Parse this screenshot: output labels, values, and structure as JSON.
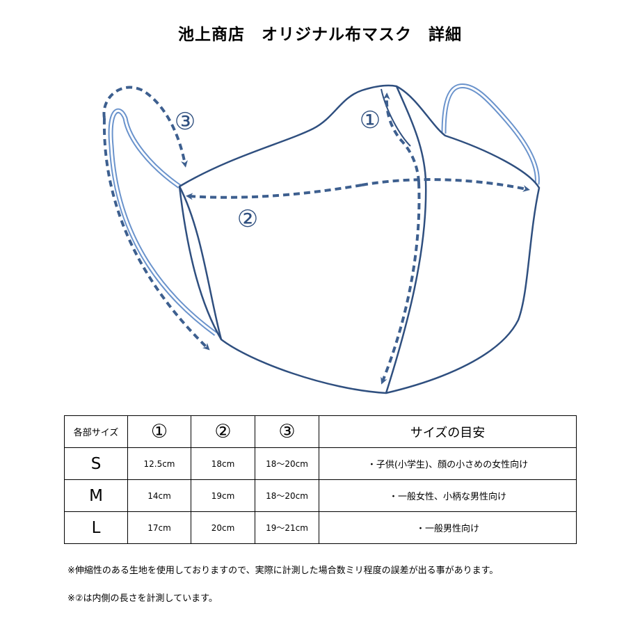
{
  "title": "池上商店　オリジナル布マスク　詳細",
  "diagram": {
    "labels": [
      "①",
      "②",
      "③"
    ]
  },
  "table": {
    "header": {
      "label": "各部サイズ",
      "cols": [
        "①",
        "②",
        "③"
      ],
      "guide": "サイズの目安"
    },
    "rows": [
      {
        "size": "S",
        "v1": "12.5cm",
        "v2": "18cm",
        "v3": "18〜20cm",
        "guide": "・子供(小学生)、顔の小さめの女性向け"
      },
      {
        "size": "M",
        "v1": "14cm",
        "v2": "19cm",
        "v3": "18〜20cm",
        "guide": "・一般女性、小柄な男性向け"
      },
      {
        "size": "L",
        "v1": "17cm",
        "v2": "20cm",
        "v3": "19〜21cm",
        "guide": "・一般男性向け"
      }
    ]
  },
  "notes": {
    "note1": "※伸縮性のある生地を使用しておりますので、実際に計測した場合数ミリ程度の誤差が出る事があります。",
    "note2": "※②は内側の長さを計測しています。"
  },
  "colors": {
    "outline": "#2f4f7f",
    "ear_loop": "#6a93cc",
    "arrow": "#3d5f8f"
  }
}
